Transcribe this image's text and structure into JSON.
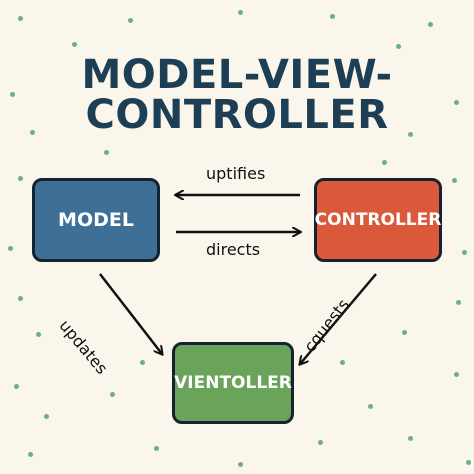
{
  "title": {
    "line1": "MODEL-VIEW-",
    "line2": "CONTROLLER"
  },
  "nodes": {
    "model": {
      "label": "MODEL",
      "color": "#3e6f96"
    },
    "controller": {
      "label": "CONTROLLER",
      "color": "#d9593a"
    },
    "view": {
      "label": "VIENTOLLER",
      "color": "#6aa35a"
    }
  },
  "edges": {
    "controller_to_model": "uptifies",
    "model_to_controller": "directs",
    "model_to_view": "updates",
    "controller_to_view": "cquests"
  },
  "colors": {
    "background": "#fbf6ec",
    "title": "#1d3f55",
    "dots": "#6fb07a",
    "arrows": "#111111"
  }
}
